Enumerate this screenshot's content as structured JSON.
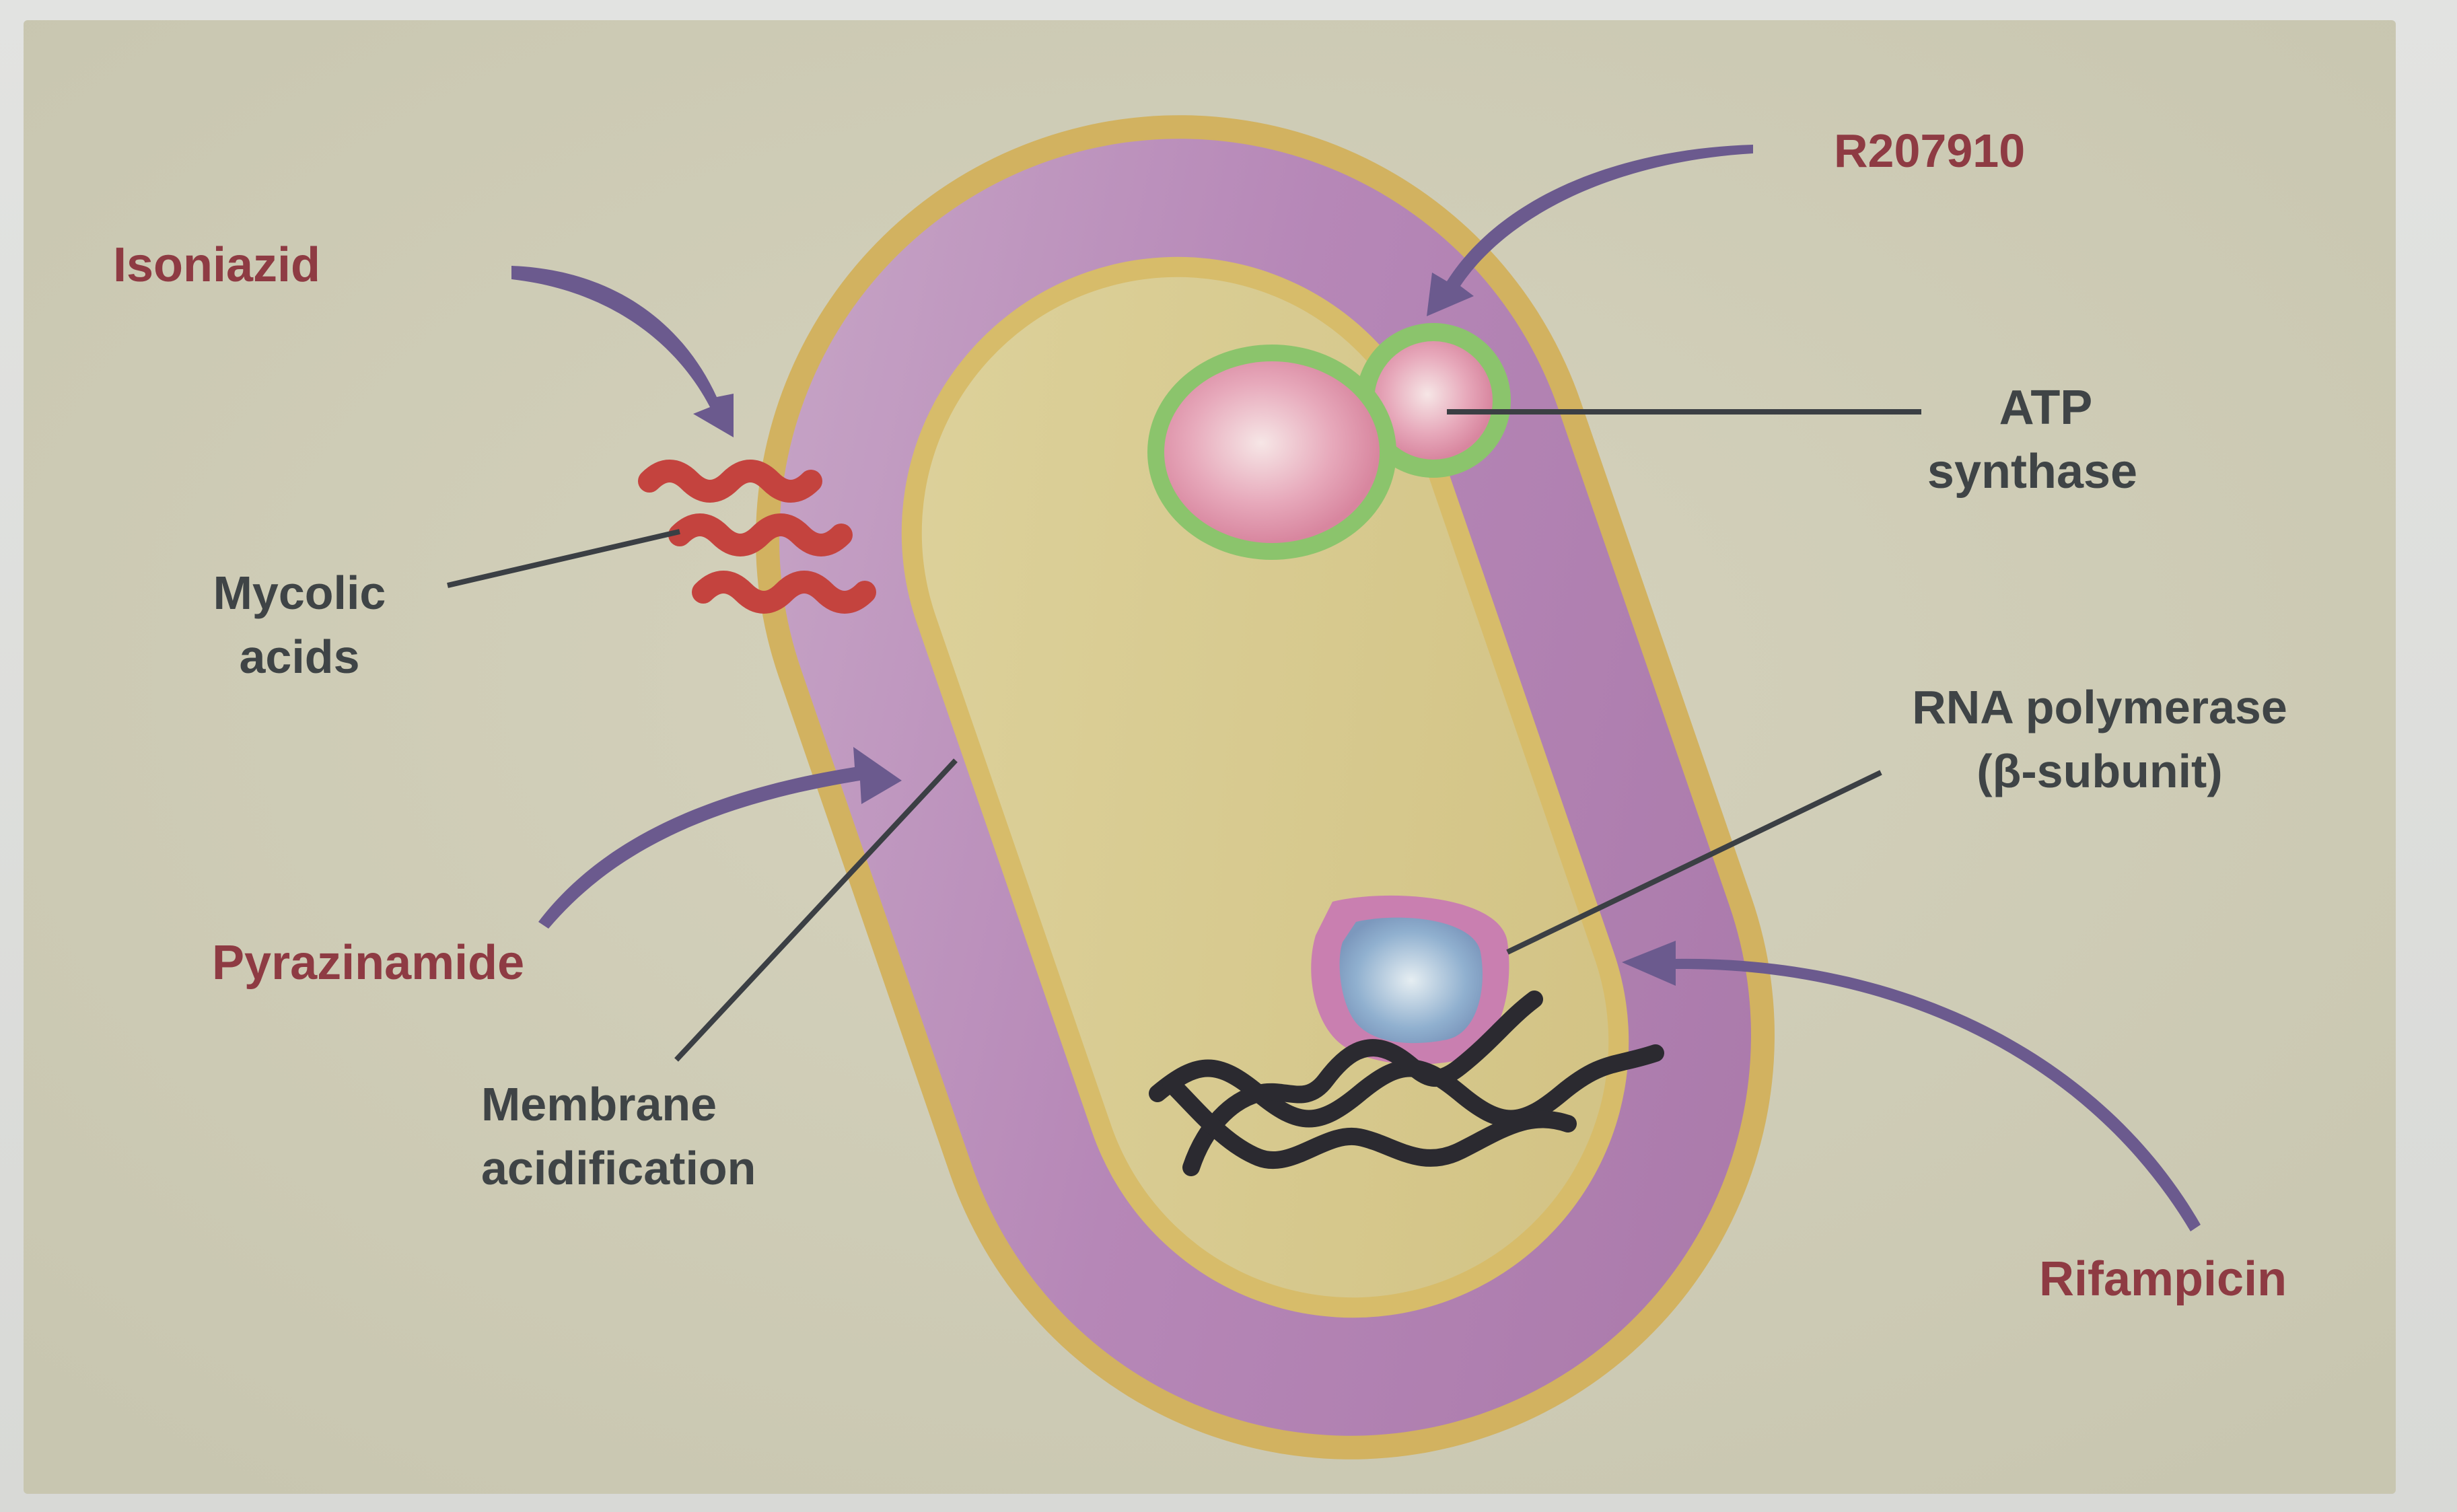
{
  "diagram": {
    "labels": {
      "isoniazid": "Isoniazid",
      "r207910": "R207910",
      "atp_line1": "ATP",
      "atp_line2": "synthase",
      "mycolic_line1": "Mycolic",
      "mycolic_line2": "acids",
      "rna_line1": "RNA polymerase",
      "rna_line2": "(β-subunit)",
      "pyrazinamide": "Pyrazinamide",
      "membrane_line1": "Membrane",
      "membrane_line2": "acidification",
      "rifampicin": "Rifampicin"
    },
    "colors": {
      "drug_text": "#8e3b43",
      "target_text": "#3f4446",
      "arrow": "#6b5a8e",
      "pointer": "#3b3f44",
      "cell_wall_outer": "#d2b260",
      "periplasm": "#b585b6",
      "membrane": "#d7bc6a",
      "cytoplasm": "#d9cc92",
      "mycolic": "#c4433e",
      "dna": "#2b2a30",
      "atp_rim": "#8bc46c",
      "atp_core": "#e59ab1",
      "rna_core": "#8fb0cf",
      "rna_rim": "#c97fb0"
    }
  }
}
